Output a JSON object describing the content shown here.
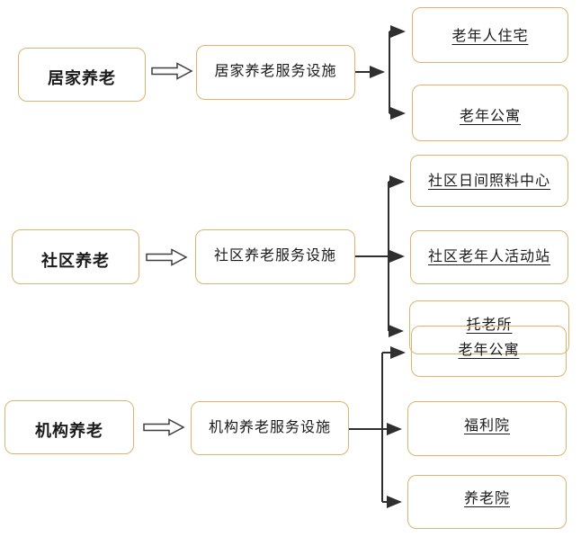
{
  "diagram": {
    "title": "elderly-care-classification-flowchart",
    "rows": [
      {
        "source": "居家养老",
        "middle": "居家养老服务设施",
        "leaves": [
          "老年人住宅",
          "老年公寓"
        ]
      },
      {
        "source": "社区养老",
        "middle": "社区养老服务设施",
        "leaves": [
          "社区日间照料中心",
          "社区老年人活动站",
          "托老所"
        ]
      },
      {
        "source": "机构养老",
        "middle": "机构养老服务设施",
        "leaves": [
          "老年公寓",
          "福利院",
          "养老院"
        ]
      }
    ],
    "colors": {
      "box_border": "#DCB46E",
      "connector": "#2F2F2F",
      "block_arrow_outline": "#3F3F3F",
      "block_arrow_fill": "#FFFFFF",
      "text": "#1A1A1A",
      "background": "#FFFFFF"
    }
  }
}
